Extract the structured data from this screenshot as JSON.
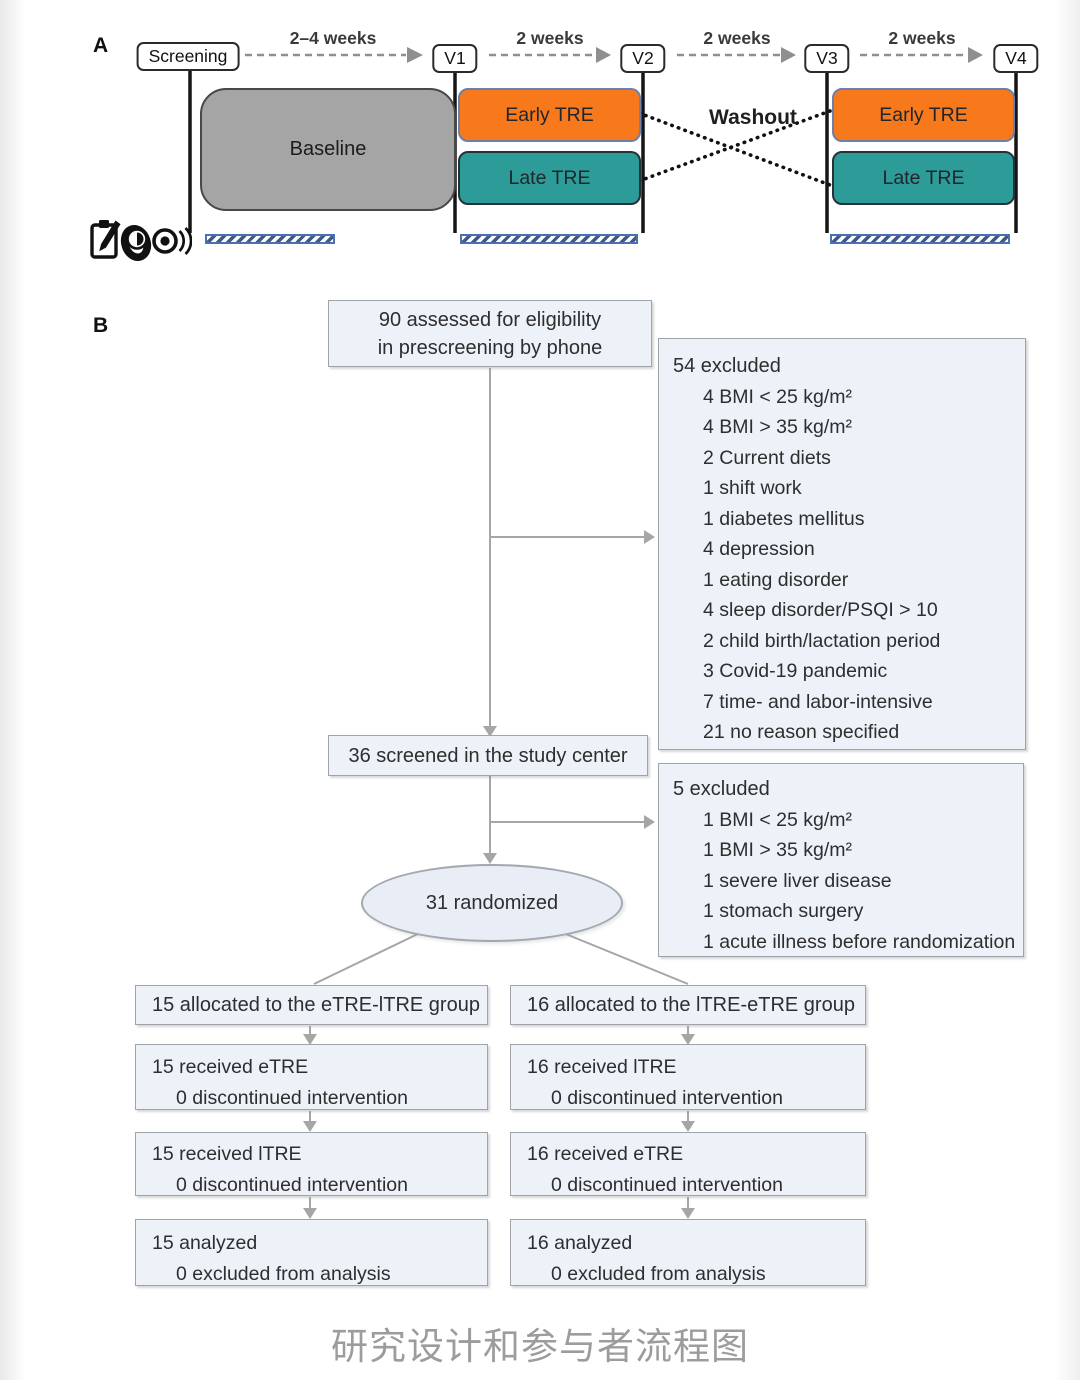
{
  "panel_a": {
    "label": "A",
    "timeline": [
      {
        "label": "Screening"
      },
      {
        "label": "V1"
      },
      {
        "label": "V2"
      },
      {
        "label": "V3"
      },
      {
        "label": "V4"
      }
    ],
    "intervals": [
      "2–4 weeks",
      "2 weeks",
      "2 weeks",
      "2 weeks"
    ],
    "baseline_label": "Baseline",
    "washout_label": "Washout",
    "arms": [
      {
        "label": "Early TRE"
      },
      {
        "label": "Late TRE"
      },
      {
        "label": "Early TRE"
      },
      {
        "label": "Late TRE"
      }
    ],
    "icons": [
      "clipboard-pencil-icon",
      "wrist-monitor-icon",
      "sensor-signal-icon"
    ]
  },
  "panel_b": {
    "label": "B",
    "assessed": {
      "line1": "90 assessed for eligibility",
      "line2": "in prescreening by phone"
    },
    "excluded_phone": {
      "header": "54 excluded",
      "items": [
        "4 BMI < 25 kg/m²",
        "4 BMI > 35 kg/m²",
        "2 Current diets",
        "1 shift work",
        "1 diabetes mellitus",
        "4 depression",
        "1 eating disorder",
        "4 sleep disorder/PSQI > 10",
        "2 child birth/lactation period",
        "3 Covid-19 pandemic",
        "7 time- and labor-intensive",
        "21 no reason specified"
      ]
    },
    "screened": "36 screened in the study center",
    "excluded_screening": {
      "header": "5 excluded",
      "items": [
        "1 BMI < 25 kg/m²",
        "1 BMI > 35 kg/m²",
        "1 severe liver disease",
        "1 stomach surgery",
        "1 acute illness before randomization"
      ]
    },
    "randomized": "31 randomized",
    "left_column": {
      "allocated": "15 allocated to the eTRE-lTRE group",
      "received1": {
        "line1": "15 received eTRE",
        "line2": "0 discontinued intervention"
      },
      "received2": {
        "line1": "15 received lTRE",
        "line2": "0 discontinued intervention"
      },
      "analyzed": {
        "line1": "15 analyzed",
        "line2": "0 excluded from analysis"
      }
    },
    "right_column": {
      "allocated": "16 allocated to the lTRE-eTRE group",
      "received1": {
        "line1": "16 received lTRE",
        "line2": "0 discontinued intervention"
      },
      "received2": {
        "line1": "16 received eTRE",
        "line2": "0 discontinued intervention"
      },
      "analyzed": {
        "line1": "16 analyzed",
        "line2": "0 excluded from analysis"
      }
    }
  },
  "caption": "研究设计和参与者流程图",
  "colors": {
    "early_tre_orange": "#f8791c",
    "late_tre_teal": "#2d9b98",
    "baseline_gray": "#a5a5a5",
    "flow_box_fill": "#edf1f8",
    "hatch_bar_blue": "#4a70b0",
    "connector_gray": "#a6a6a6",
    "caption_gray": "#9c9c9c"
  }
}
